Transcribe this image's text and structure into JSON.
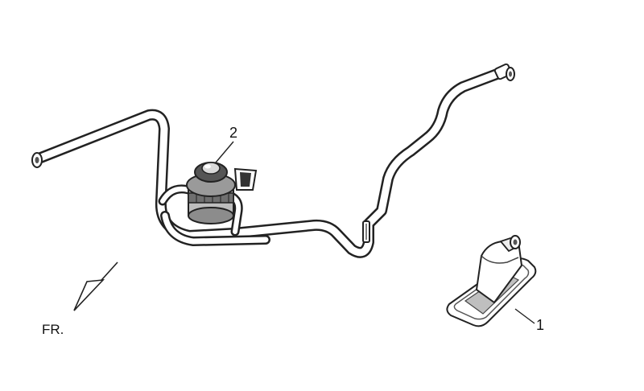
{
  "diagram": {
    "front_marker": "FR.",
    "callouts": [
      {
        "number": "2",
        "part": "pump-assembly"
      },
      {
        "number": "1",
        "part": "filter-housing"
      }
    ],
    "colors": {
      "line": "#222222",
      "fill": "#ffffff",
      "shade": "#9a9a9a",
      "dark": "#555555"
    }
  }
}
